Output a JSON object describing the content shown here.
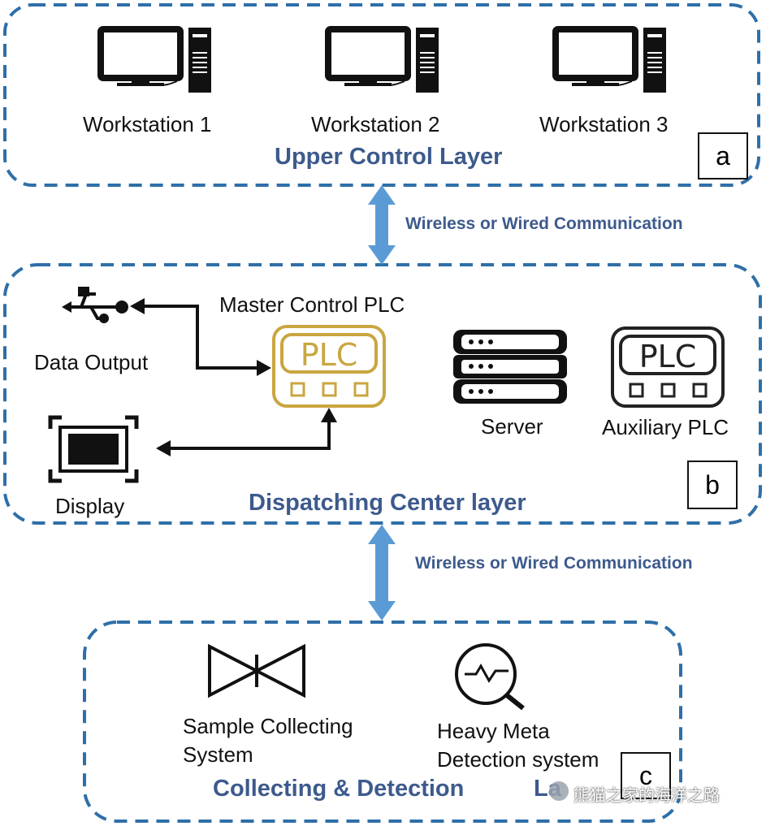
{
  "upper_layer": {
    "title": "Upper Control Layer",
    "tag": "a",
    "workstations": [
      "Workstation 1",
      "Workstation 2",
      "Workstation 3"
    ]
  },
  "link_upper": {
    "label": "Wireless or Wired Communication"
  },
  "dispatch_layer": {
    "title": "Dispatching  Center layer",
    "tag": "b",
    "master_plc_label": "Master Control  PLC",
    "plc_text": "PLC",
    "data_output_label": "Data Output",
    "display_label": "Display",
    "server_label": "Server",
    "aux_plc_label": "Auxiliary PLC"
  },
  "link_lower": {
    "label": "Wireless or Wired Communication"
  },
  "collect_layer": {
    "title": "Collecting  & Detection",
    "title_tail": "La",
    "tag": "c",
    "sample_label_1": "Sample Collecting",
    "sample_label_2": "System",
    "detect_label_1": "Heavy  Meta",
    "detect_label_2": "Detection system"
  },
  "watermark": {
    "text": "熊猫之家的海洋之路"
  },
  "colors": {
    "dash_border": "#2e6fa8",
    "title_text": "#3d5a8c",
    "arrow_fill": "#5b9bd5",
    "master_plc": "#c9a640",
    "icon_black": "#111111"
  }
}
